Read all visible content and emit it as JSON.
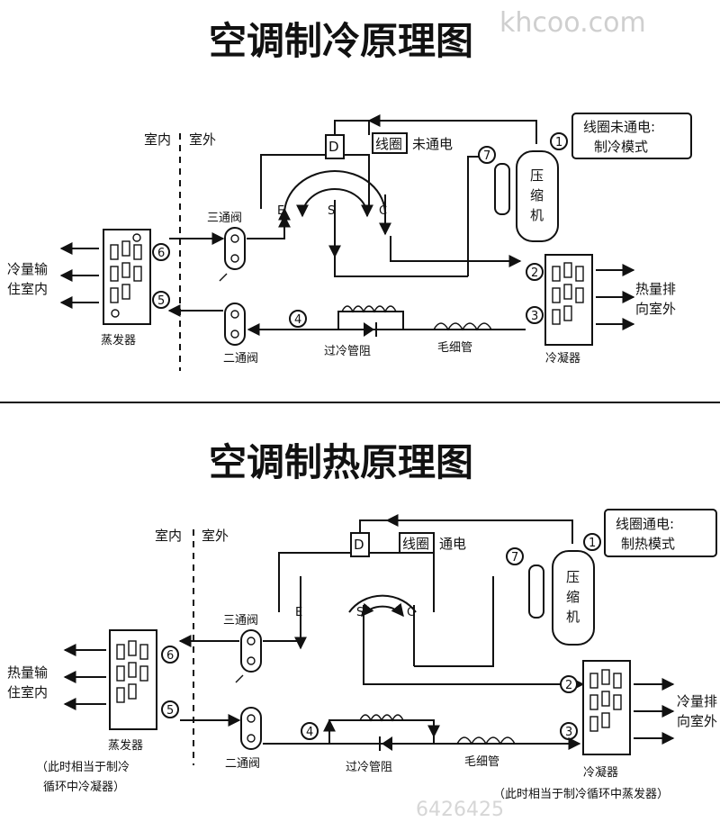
{
  "watermark": "khcoo.com",
  "cooling": {
    "title": "空调制冷原理图",
    "indoor": "室内",
    "outdoor": "室外",
    "coil_label": "线圈",
    "coil_state": "未通电",
    "mode_note_line1": "线圈未通电:",
    "mode_note_line2": "制冷模式",
    "valve_d": "D",
    "port_e": "E",
    "port_s": "S",
    "port_c": "C",
    "num1": "1",
    "num2": "2",
    "num3": "3",
    "num4": "4",
    "num5": "5",
    "num6": "6",
    "num7": "7",
    "three_way_valve": "三通阀",
    "two_way_valve": "二通阀",
    "compressor1": "压",
    "compressor2": "缩",
    "compressor3": "机",
    "evaporator": "蒸发器",
    "condenser": "冷凝器",
    "subcool": "过冷管阻",
    "capillary": "毛细管",
    "indoor_effect_line1": "冷量输",
    "indoor_effect_line2": "住室内",
    "outdoor_effect_line1": "热量排",
    "outdoor_effect_line2": "向室外"
  },
  "heating": {
    "title": "空调制热原理图",
    "indoor": "室内",
    "outdoor": "室外",
    "coil_label": "线圈",
    "coil_state": "通电",
    "mode_note_line1": "线圈通电:",
    "mode_note_line2": "制热模式",
    "valve_d": "D",
    "port_e": "E",
    "port_s": "S",
    "port_c": "C",
    "num1": "1",
    "num2": "2",
    "num3": "3",
    "num4": "4",
    "num5": "5",
    "num6": "6",
    "num7": "7",
    "three_way_valve": "三通阀",
    "two_way_valve": "二通阀",
    "compressor1": "压",
    "compressor2": "缩",
    "compressor3": "机",
    "evaporator": "蒸发器",
    "condenser": "冷凝器",
    "subcool": "过冷管阻",
    "capillary": "毛细管",
    "indoor_effect_line1": "热量输",
    "indoor_effect_line2": "住室内",
    "outdoor_effect_line1": "冷量排",
    "outdoor_effect_line2": "向室外",
    "evap_note_line1": "（此时相当于制冷",
    "evap_note_line2": "循环中冷凝器）",
    "cond_note": "（此时相当于制冷循环中蒸发器）",
    "bottom_mark": "6426425"
  }
}
